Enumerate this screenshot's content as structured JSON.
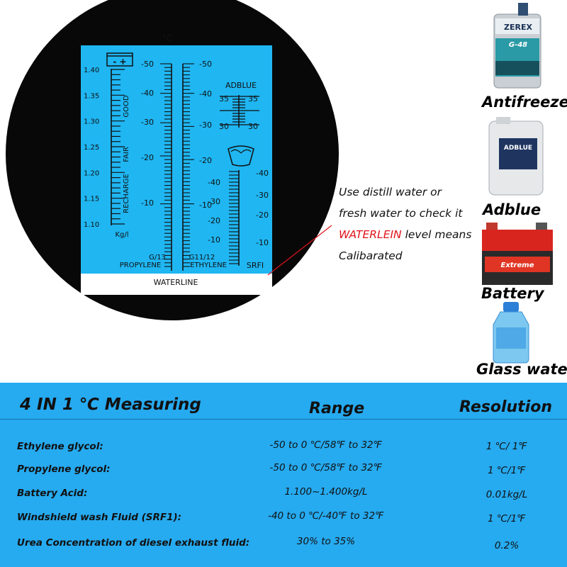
{
  "scope": {
    "celsius_unit": "°C",
    "battery_title": "- +",
    "battery_scale": [
      "1.40",
      "1.35",
      "1.30",
      "1.25",
      "1.20",
      "1.15",
      "1.10"
    ],
    "battery_zones": [
      "GOOD",
      "FAIR",
      "RECHARGE"
    ],
    "battery_unit": "Kg/l",
    "coolant_left": [
      "-50",
      "-40",
      "-30",
      "-20",
      "-10"
    ],
    "coolant_right": [
      "-50",
      "-40",
      "-30",
      "-20",
      "-10"
    ],
    "g13": "G/13",
    "propylene": "PROPYLENE",
    "g1112": "G11/12",
    "ethylene": "ETHYLENE",
    "adblue": "ADBLUE",
    "adblue_top_left": "35",
    "adblue_top_right": "35",
    "adblue_bot_left": "30",
    "adblue_bot_right": "30",
    "srfi_left": [
      "-40",
      "-30",
      "-20",
      "-10"
    ],
    "srfi_right": [
      "-40",
      "-30",
      "-20",
      "-10"
    ],
    "srfi": "SRFI",
    "waterline": "WATERLINE"
  },
  "products": {
    "antifreeze_brand": "ZEREX",
    "antifreeze_sub": "G-48",
    "antifreeze": "Antifreeze",
    "adblue_brand": "ADBLUE",
    "adblue": "Adblue",
    "battery_brand": "Extreme",
    "battery": "Battery",
    "glass": "Glass water"
  },
  "note": {
    "line1": "Use distill water or",
    "line2": "fresh water to check it",
    "line3_red": "WATERLEIN",
    "line3_rest": " level means",
    "line4": "Calibarated"
  },
  "table": {
    "title": "4 IN 1 ℃ Measuring",
    "range_header": "Range",
    "res_header": "Resolution",
    "rows": [
      {
        "label": "Ethylene glycol:",
        "range": "-50 to 0 ℃/58℉ to 32℉",
        "res": "1 ℃/ 1℉"
      },
      {
        "label": "Propylene glycol:",
        "range": "-50 to 0 ℃/58℉ to 32℉",
        "res": "1 ℃/1℉"
      },
      {
        "label": "Battery Acid:",
        "range": "1.100~1.400kg/L",
        "res": "0.01kg/L"
      },
      {
        "label": "Windshield wash Fluid (SRF1):",
        "range": "-40 to 0 ℃/-40℉ to 32℉",
        "res": "1 ℃/1℉"
      },
      {
        "label": "Urea Concentration of diesel exhaust fluid:",
        "range": "30% to 35%",
        "res": "0.2%"
      }
    ]
  }
}
